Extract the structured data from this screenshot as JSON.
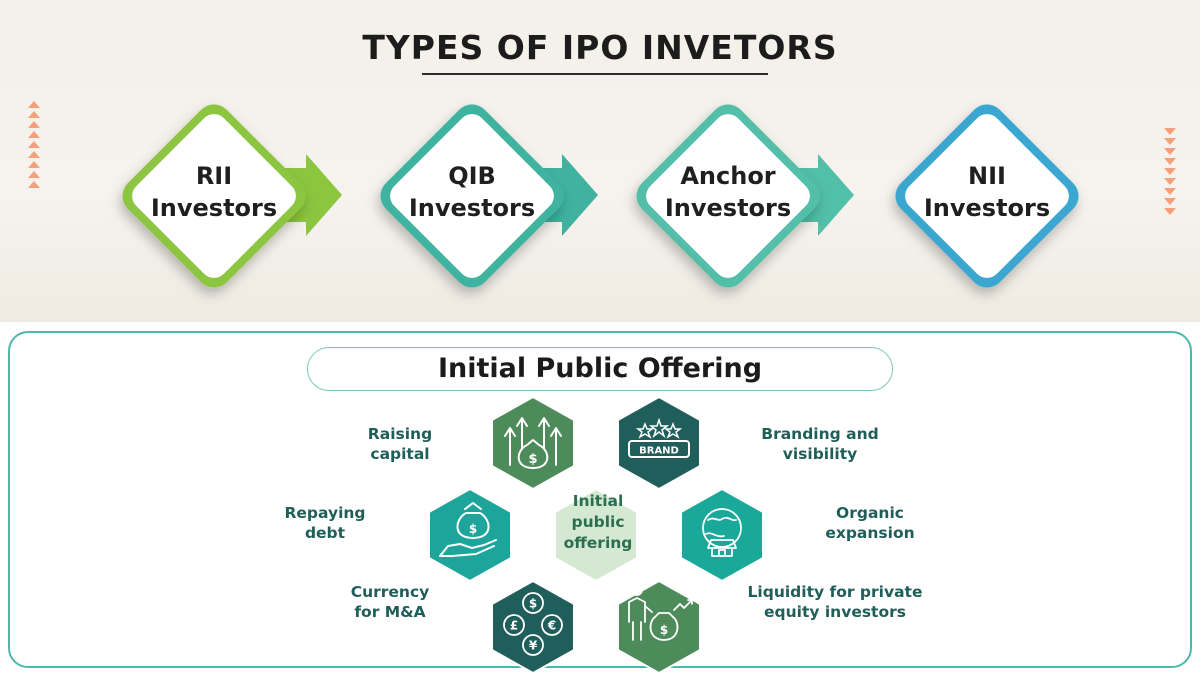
{
  "header": {
    "title": "TYPES OF IPO INVETORS"
  },
  "investor_types": [
    {
      "line1": "RII",
      "line2": "Investors",
      "color": "#8cc63f"
    },
    {
      "line1": "QIB",
      "line2": "Investors",
      "color": "#3fb3a0"
    },
    {
      "line1": "Anchor",
      "line2": "Investors",
      "color": "#52bfa8"
    },
    {
      "line1": "NII",
      "line2": "Investors",
      "color": "#3aa6cf"
    }
  ],
  "ipo": {
    "title": "Initial Public Offering",
    "center": {
      "line1": "Initial",
      "line2": "public",
      "line3": "offering",
      "color": "#d4e8d2"
    },
    "benefits": [
      {
        "line1": "Raising",
        "line2": "capital",
        "icon": "money-bag-growth-icon",
        "color": "#4e8b5a"
      },
      {
        "line1": "Branding and",
        "line2": "visibility",
        "icon": "brand-stars-icon",
        "color": "#1f5e5b"
      },
      {
        "line1": "Repaying",
        "line2": "debt",
        "icon": "hand-money-bag-icon",
        "color": "#1ea59b"
      },
      {
        "line1": "Organic",
        "line2": "expansion",
        "icon": "globe-storefront-icon",
        "color": "#19a89a"
      },
      {
        "line1": "Currency",
        "line2": "for M&A",
        "icon": "currency-exchange-icon",
        "color": "#1f5e5b"
      },
      {
        "line1": "Liquidity for private",
        "line2": "equity investors",
        "icon": "investor-growth-icon",
        "color": "#4e8b5a"
      }
    ]
  },
  "colors": {
    "accent_orange": "#f4a07a",
    "panel_border": "#4fb8a9",
    "label_text": "#1f5e59"
  }
}
